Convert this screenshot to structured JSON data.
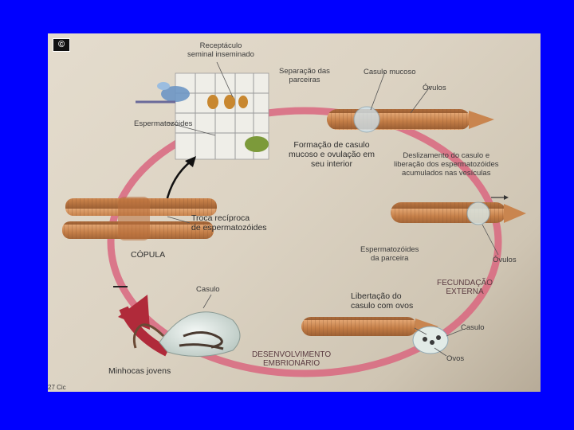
{
  "copyright_mark": "©",
  "labels": {
    "receptaculo": "Receptáculo\nseminal inseminado",
    "separacao": "Separação das\nparceiras",
    "casulo_mucoso": "Casulo mucoso",
    "ovulos_top": "Óvulos",
    "espermatozoides_left": "Espermatozóides",
    "formacao": "Formação de casulo\nmucoso e ovulação em\nseu interior",
    "deslizamento": "Deslizamento do casulo e\nliberação dos espermatozóides\nacumulados nas vesículas",
    "troca": "Troca recíproca\nde espermatozóides",
    "copula": "CÓPULA",
    "esperm_parceira": "Espermatozóides\nda parceira",
    "ovulos_right": "Óvulos",
    "fecundacao": "FECUNDAÇÃO\nEXTERNA",
    "casulo_left": "Casulo",
    "libertacao": "Libertação do\ncasulo com ovos",
    "casulo_right": "Casulo",
    "ovos": "Ovos",
    "desenvolvimento": "DESENVOLVIMENTO\nEMBRIONÁRIO",
    "minhocas": "Minhocas jovens",
    "page_corner": "27  Cic"
  },
  "colors": {
    "background": "#0000ff",
    "cycle_ring": "#d9667f",
    "worm": "#c9854f",
    "cocoon": "#dde6e2"
  }
}
